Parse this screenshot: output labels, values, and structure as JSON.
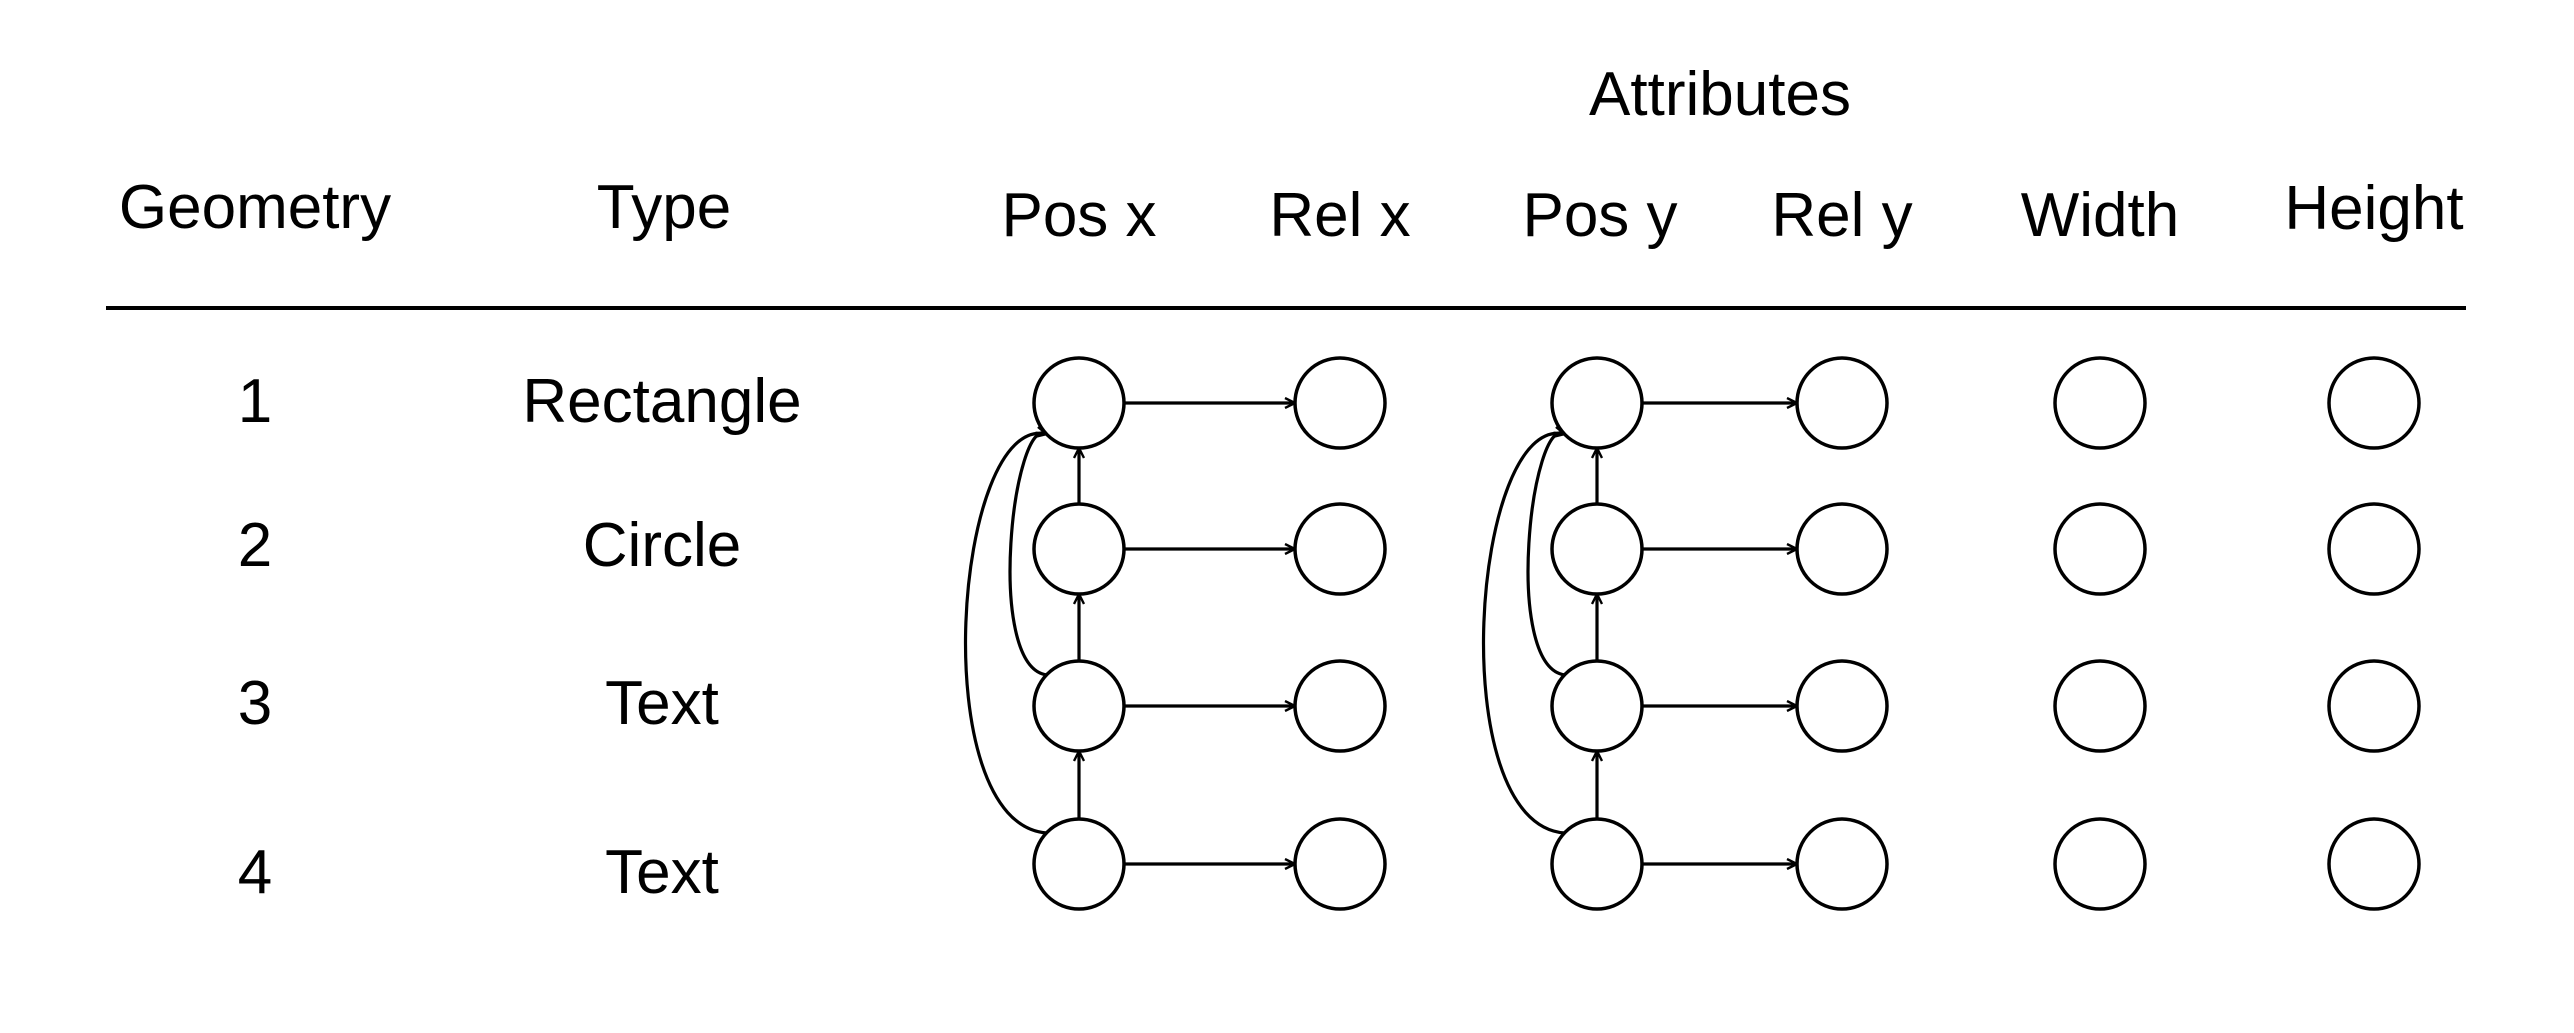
{
  "super_header": "Attributes",
  "columns": {
    "geometry": "Geometry",
    "type": "Type",
    "pos_x": "Pos x",
    "rel_x": "Rel x",
    "pos_y": "Pos y",
    "rel_y": "Rel y",
    "width": "Width",
    "height": "Height"
  },
  "rows": [
    {
      "id": "1",
      "type": "Rectangle"
    },
    {
      "id": "2",
      "type": "Circle"
    },
    {
      "id": "3",
      "type": "Text"
    },
    {
      "id": "4",
      "type": "Text"
    }
  ],
  "edges": {
    "within_column": [
      {
        "from_row": 4,
        "to_row": 3
      },
      {
        "from_row": 3,
        "to_row": 2
      },
      {
        "from_row": 2,
        "to_row": 1
      },
      {
        "from_row": 3,
        "to_row": 1
      },
      {
        "from_row": 4,
        "to_row": 1
      }
    ],
    "pos_to_rel": [
      1,
      2,
      3,
      4
    ]
  }
}
